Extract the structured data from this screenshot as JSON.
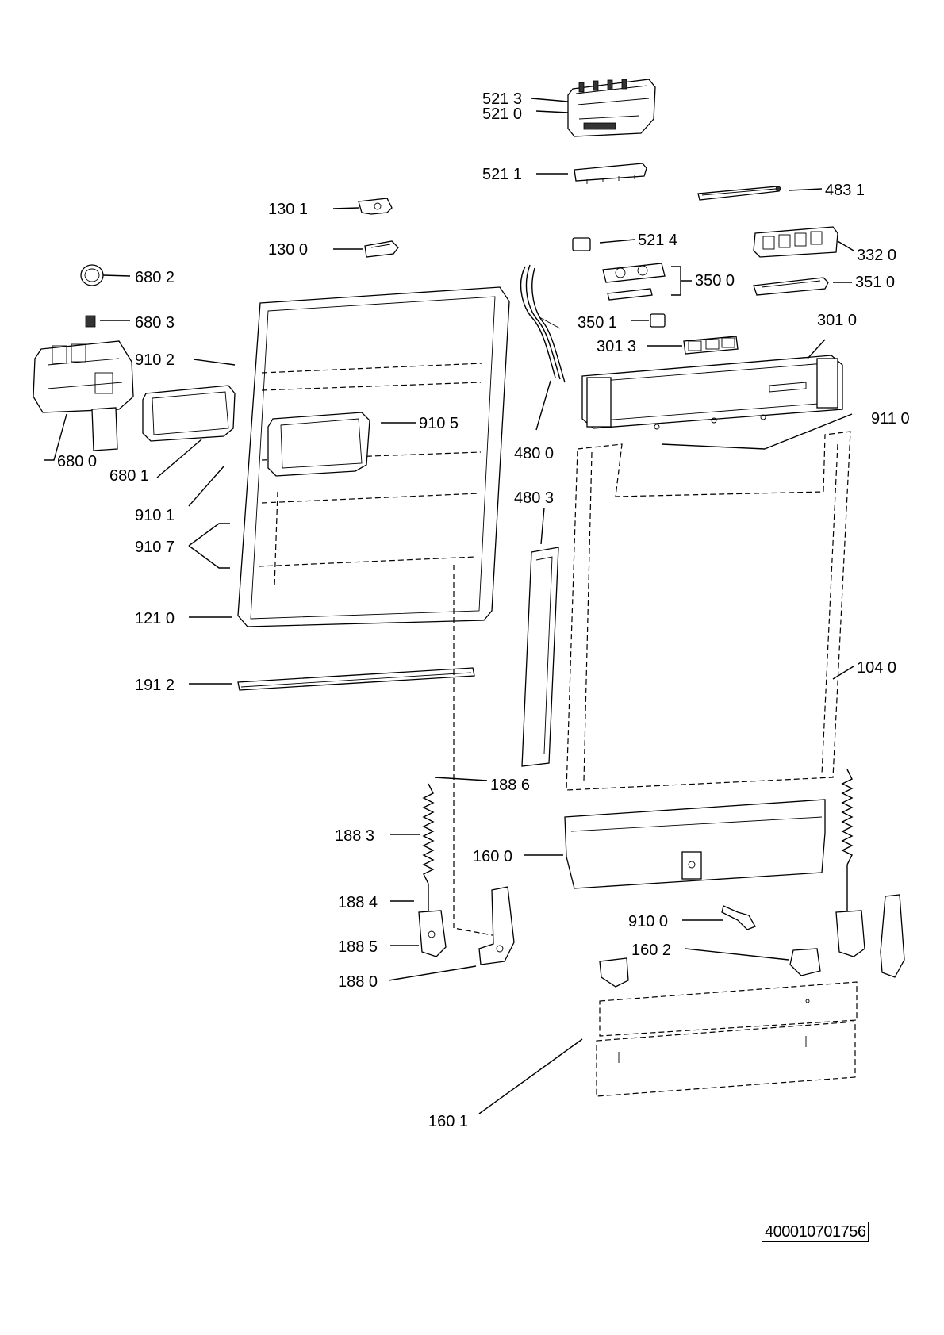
{
  "document_id": "400010701756",
  "callouts": [
    {
      "id": "5213",
      "text": "521 3"
    },
    {
      "id": "5210",
      "text": "521 0"
    },
    {
      "id": "5211",
      "text": "521 1"
    },
    {
      "id": "4831",
      "text": "483 1"
    },
    {
      "id": "1301",
      "text": "130 1"
    },
    {
      "id": "1300",
      "text": "130 0"
    },
    {
      "id": "5214",
      "text": "521 4"
    },
    {
      "id": "3320",
      "text": "332 0"
    },
    {
      "id": "3500",
      "text": "350 0"
    },
    {
      "id": "3510",
      "text": "351 0"
    },
    {
      "id": "6802",
      "text": "680 2"
    },
    {
      "id": "6803",
      "text": "680 3"
    },
    {
      "id": "3501",
      "text": "350 1"
    },
    {
      "id": "3010",
      "text": "301 0"
    },
    {
      "id": "3013",
      "text": "301 3"
    },
    {
      "id": "9102",
      "text": "910 2"
    },
    {
      "id": "9105",
      "text": "910 5"
    },
    {
      "id": "9110",
      "text": "911 0"
    },
    {
      "id": "4800",
      "text": "480 0"
    },
    {
      "id": "6800",
      "text": "680 0"
    },
    {
      "id": "6801",
      "text": "680 1"
    },
    {
      "id": "4803",
      "text": "480 3"
    },
    {
      "id": "9101",
      "text": "910 1"
    },
    {
      "id": "9107",
      "text": "910 7"
    },
    {
      "id": "1210",
      "text": "121 0"
    },
    {
      "id": "1040",
      "text": "104 0"
    },
    {
      "id": "1912",
      "text": "191 2"
    },
    {
      "id": "1886",
      "text": "188 6"
    },
    {
      "id": "1883",
      "text": "188 3"
    },
    {
      "id": "1600",
      "text": "160 0"
    },
    {
      "id": "1884",
      "text": "188 4"
    },
    {
      "id": "9100",
      "text": "910 0"
    },
    {
      "id": "1885",
      "text": "188 5"
    },
    {
      "id": "1602",
      "text": "160 2"
    },
    {
      "id": "1880",
      "text": "188 0"
    },
    {
      "id": "1601",
      "text": "160 1"
    }
  ]
}
